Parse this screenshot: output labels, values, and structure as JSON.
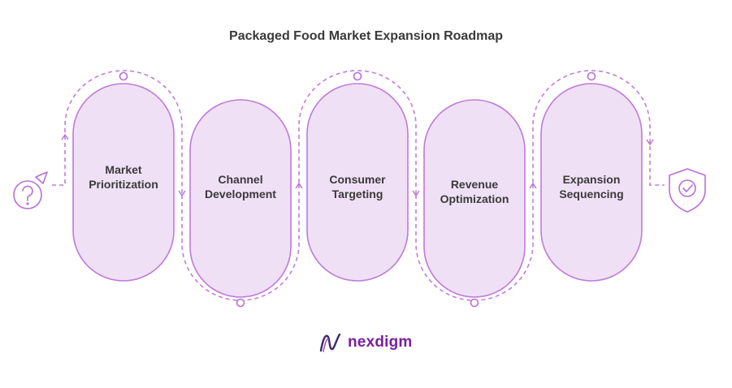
{
  "title": "Packaged Food Market Expansion Roadmap",
  "steps": [
    {
      "label": "Market\nPrioritization"
    },
    {
      "label": "Channel\nDevelopment"
    },
    {
      "label": "Consumer\nTargeting"
    },
    {
      "label": "Revenue\nOptimization"
    },
    {
      "label": "Expansion\nSequencing"
    }
  ],
  "start_icon": "question-mark-icon",
  "end_icon": "shield-check-icon",
  "brand": {
    "name": "nexdigm",
    "logo_icon": "nexdigm-logo-icon"
  },
  "colors": {
    "pill_fill": "#efe0f6",
    "pill_stroke": "#b86fd6",
    "accent": "#a64ec9",
    "text": "#3a3a3a"
  }
}
